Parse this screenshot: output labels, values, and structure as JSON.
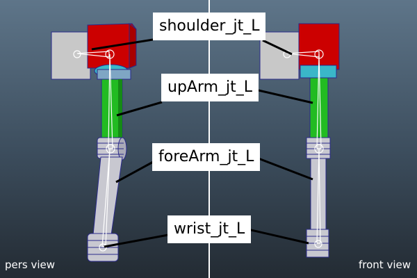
{
  "viewports": {
    "left": {
      "label": "pers view"
    },
    "right": {
      "label": "front view"
    }
  },
  "callouts": {
    "shoulder": "shoulder_jt_L",
    "upArm": "upArm_jt_L",
    "foreArm": "foreArm_jt_L",
    "wrist": "wrist_jt_L"
  },
  "colors": {
    "background_top": "#5e7589",
    "background_bottom": "#232b33",
    "shoulder_block": "#cc0000",
    "side_block": "#c8c8c8",
    "upper_arm": "#22bb22",
    "elbow_ring": "#3ab7c8",
    "forearm": "#c8c8d0",
    "wire": "#2a2a8a",
    "divider": "#ffffff"
  }
}
